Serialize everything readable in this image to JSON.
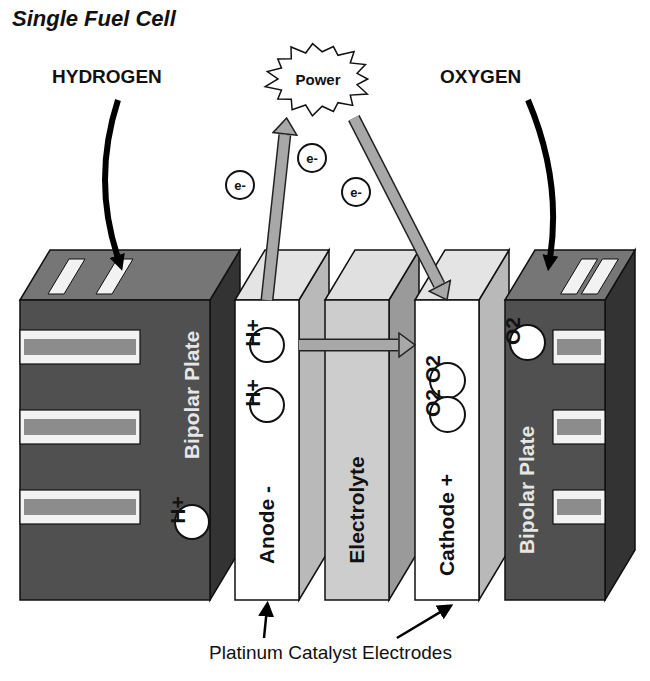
{
  "diagram": {
    "title": "Single Fuel Cell",
    "nodes": [
      {
        "text": [
          "Power"
        ]
      },
      {
        "text": [
          "e-"
        ]
      },
      {
        "text": [
          "e-"
        ]
      },
      {
        "text": [
          "e-"
        ]
      },
      {
        "text": [
          "Bipolar Plate"
        ]
      },
      {
        "text": [
          "H+"
        ],
        "in": 4
      },
      {
        "text": [
          "Anode -"
        ]
      },
      {
        "text": [
          "H+"
        ],
        "in": 6
      },
      {
        "text": [
          "H+"
        ],
        "in": 6
      },
      {
        "text": [
          "Electrolyte"
        ]
      },
      {
        "text": [
          "Cathode +"
        ]
      },
      {
        "text": [
          "O2"
        ],
        "in": 10
      },
      {
        "text": [
          "O2"
        ],
        "in": 10
      },
      {
        "text": [
          "Bipolar Plate"
        ]
      },
      {
        "text": [
          "O2"
        ],
        "in": 13
      }
    ],
    "edges": [
      {
        "from": 6,
        "to": 0,
        "arrow": "to"
      },
      {
        "from": 0,
        "to": 10,
        "arrow": "to"
      },
      {
        "from": 6,
        "to": 10,
        "arrow": "to"
      }
    ],
    "labels": [
      "HYDROGEN",
      "OXYGEN",
      "Platinum Catalyst Electrodes"
    ]
  }
}
